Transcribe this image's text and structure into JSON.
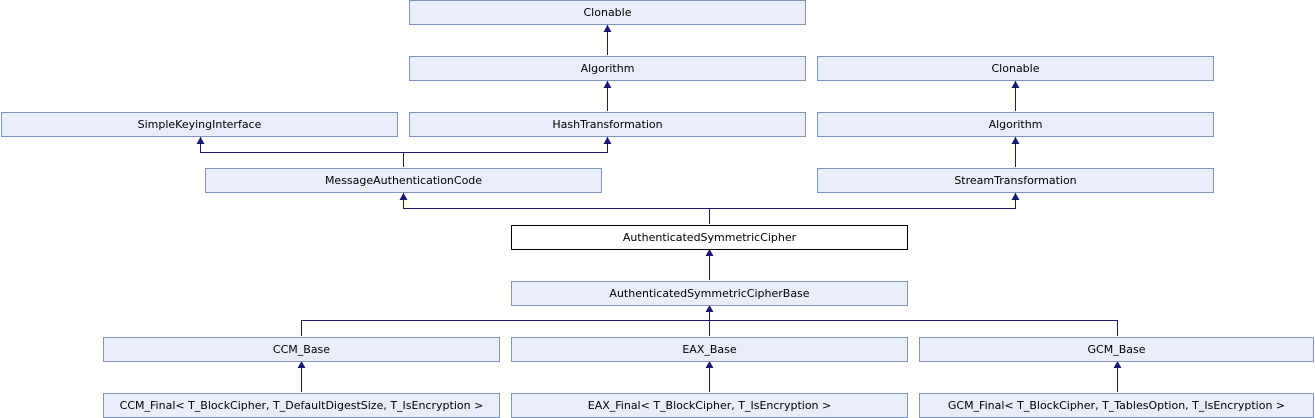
{
  "colors": {
    "node_fill": "#e8edf7",
    "node_border": "#8193c0",
    "current_fill": "#ffffff",
    "current_border": "#000000",
    "edge": "#191970"
  },
  "nodes": {
    "clonable_1": "Clonable",
    "algorithm_1": "Algorithm",
    "clonable_2": "Clonable",
    "simple_keying_interface": "SimpleKeyingInterface",
    "hash_transformation": "HashTransformation",
    "algorithm_2": "Algorithm",
    "message_authentication_code": "MessageAuthenticationCode",
    "stream_transformation": "StreamTransformation",
    "authenticated_symmetric_cipher": "AuthenticatedSymmetricCipher",
    "authenticated_symmetric_cipher_base": "AuthenticatedSymmetricCipherBase",
    "ccm_base": "CCM_Base",
    "eax_base": "EAX_Base",
    "gcm_base": "GCM_Base",
    "ccm_final": "CCM_Final< T_BlockCipher, T_DefaultDigestSize, T_IsEncryption >",
    "eax_final": "EAX_Final< T_BlockCipher, T_IsEncryption >",
    "gcm_final": "GCM_Final< T_BlockCipher, T_TablesOption, T_IsEncryption >"
  }
}
